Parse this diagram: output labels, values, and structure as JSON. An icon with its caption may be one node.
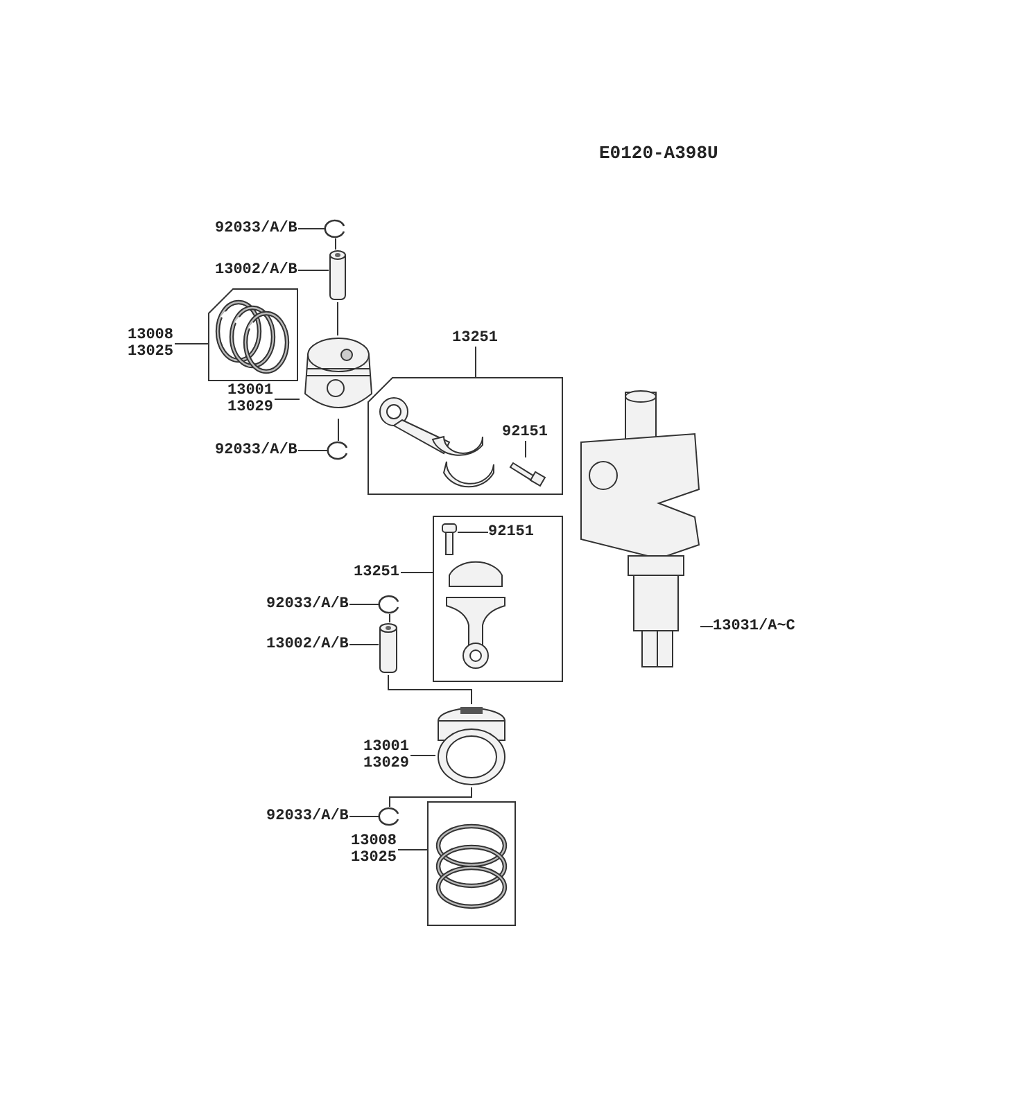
{
  "diagram": {
    "nodes": [
      {
        "text": [
          "92033/A/B"
        ]
      },
      {
        "text": [],
        "shape": "picture"
      },
      {
        "text": [
          "13002/A/B"
        ]
      },
      {
        "text": [],
        "shape": "picture"
      },
      {
        "text": [
          "13008",
          "13025"
        ]
      },
      {
        "text": [],
        "shape": "box"
      },
      {
        "text": [],
        "shape": "picture",
        "in": 5
      },
      {
        "text": [
          "13001",
          "13029"
        ]
      },
      {
        "text": [],
        "shape": "picture"
      },
      {
        "text": [
          "92033/A/B"
        ]
      },
      {
        "text": [],
        "shape": "picture"
      },
      {
        "text": [
          "13251"
        ]
      },
      {
        "text": [],
        "shape": "box"
      },
      {
        "text": [],
        "shape": "picture",
        "in": 12
      },
      {
        "text": [
          "92151"
        ],
        "in": 12
      },
      {
        "text": [],
        "shape": "picture",
        "in": 12
      },
      {
        "text": [
          "13251"
        ]
      },
      {
        "text": [],
        "shape": "box"
      },
      {
        "text": [
          "92151"
        ],
        "in": 17
      },
      {
        "text": [],
        "shape": "picture",
        "in": 17
      },
      {
        "text": [],
        "shape": "picture",
        "in": 17
      },
      {
        "text": [
          "92033/A/B"
        ]
      },
      {
        "text": [],
        "shape": "picture"
      },
      {
        "text": [
          "13002/A/B"
        ]
      },
      {
        "text": [],
        "shape": "picture"
      },
      {
        "text": [
          "13001",
          "13029"
        ]
      },
      {
        "text": [],
        "shape": "picture"
      },
      {
        "text": [
          "92033/A/B"
        ]
      },
      {
        "text": [],
        "shape": "picture"
      },
      {
        "text": [
          "13008",
          "13025"
        ]
      },
      {
        "text": [],
        "shape": "box"
      },
      {
        "text": [],
        "shape": "picture",
        "in": 30
      },
      {
        "text": [],
        "shape": "picture"
      },
      {
        "text": [
          "13031/A~C"
        ]
      }
    ],
    "edges": [
      {
        "from": 0,
        "to": 1,
        "arrow": "none"
      },
      {
        "from": 2,
        "to": 3,
        "arrow": "none"
      },
      {
        "from": 1,
        "to": 3,
        "arrow": "none"
      },
      {
        "from": 4,
        "to": 5,
        "arrow": "none"
      },
      {
        "from": 3,
        "to": 8,
        "arrow": "none"
      },
      {
        "from": 7,
        "to": 8,
        "arrow": "none"
      },
      {
        "from": 8,
        "to": 10,
        "arrow": "none"
      },
      {
        "from": 9,
        "to": 10,
        "arrow": "none"
      },
      {
        "from": 11,
        "to": 12,
        "arrow": "none"
      },
      {
        "from": 14,
        "to": 15,
        "arrow": "none"
      },
      {
        "from": 16,
        "to": 17,
        "arrow": "none"
      },
      {
        "from": 18,
        "to": 19,
        "arrow": "none"
      },
      {
        "from": 21,
        "to": 22,
        "arrow": "none"
      },
      {
        "from": 23,
        "to": 24,
        "arrow": "none"
      },
      {
        "from": 22,
        "to": 24,
        "arrow": "none"
      },
      {
        "from": 24,
        "to": 26,
        "arrow": "none"
      },
      {
        "from": 25,
        "to": 26,
        "arrow": "none"
      },
      {
        "from": 26,
        "to": 28,
        "arrow": "none"
      },
      {
        "from": 27,
        "to": 28,
        "arrow": "none"
      },
      {
        "from": 29,
        "to": 30,
        "arrow": "none"
      },
      {
        "from": 33,
        "to": 32,
        "arrow": "none"
      }
    ],
    "labels": [
      "E0120-A398U"
    ]
  }
}
